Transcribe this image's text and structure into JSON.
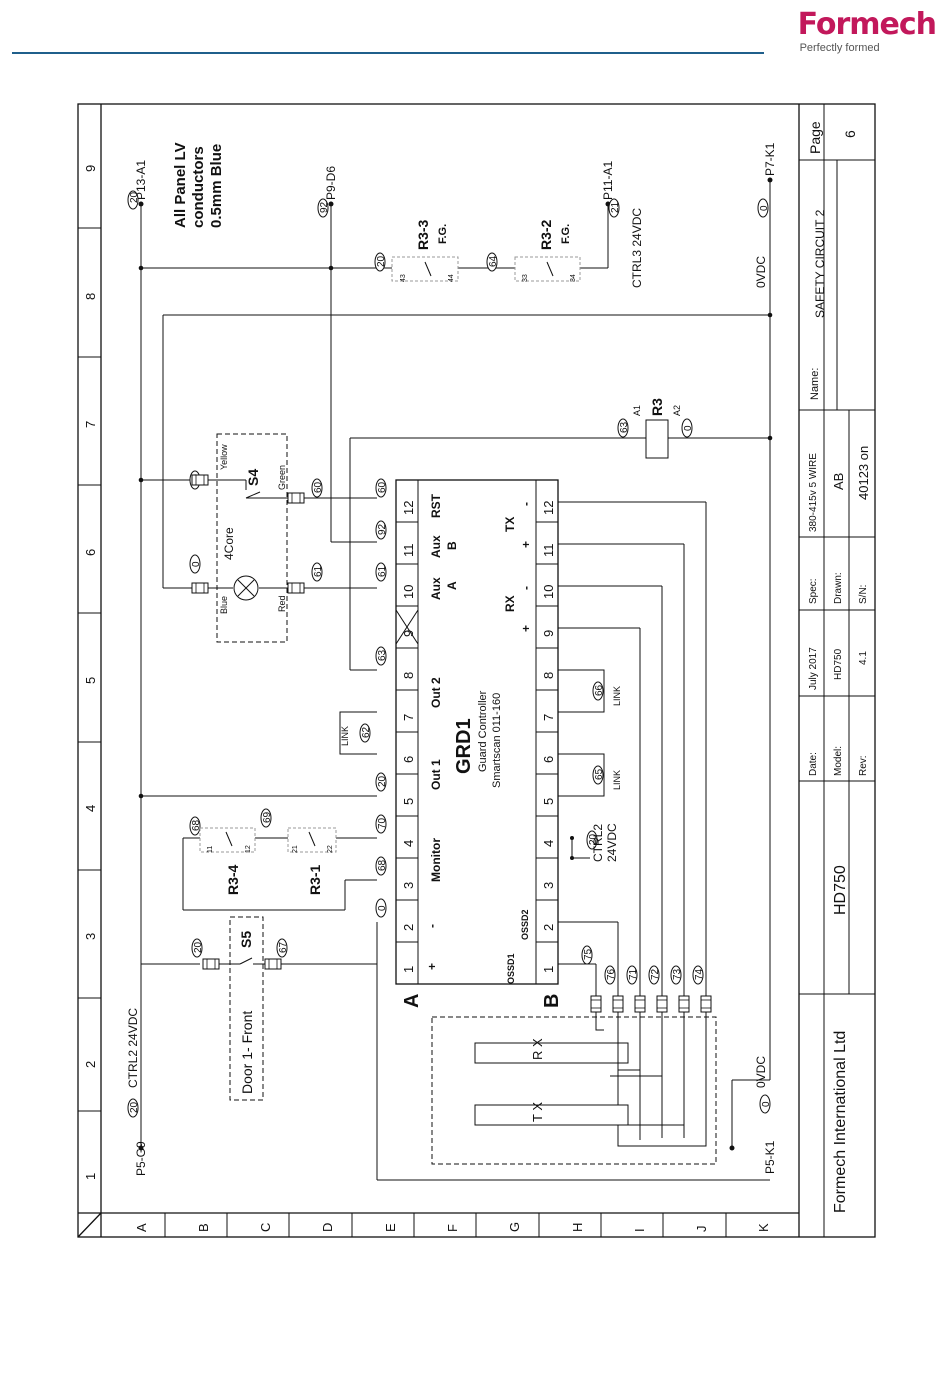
{
  "logo": {
    "name": "Formech",
    "tagline": "Perfectly formed"
  },
  "columns": [
    "1",
    "2",
    "3",
    "4",
    "5",
    "6",
    "7",
    "8",
    "9"
  ],
  "rows": [
    "A",
    "B",
    "C",
    "D",
    "E",
    "F",
    "G",
    "H",
    "I",
    "J",
    "K"
  ],
  "note": [
    "All Panel LV",
    "conductors",
    "0.5mm Blue"
  ],
  "refs": {
    "p5g9": "P5-G9",
    "p13a1": "P13-A1",
    "p9d6": "P9-D6",
    "p11a1": "P11-A1",
    "p7k1": "P7-K1",
    "p5k1": "P5-K1"
  },
  "rails": {
    "ctrl2": "CTRL2 24VDC",
    "ctrl3": "CTRL3 24VDC",
    "ovdc": "0VDC"
  },
  "wires": {
    "w20": "20",
    "w0": "0",
    "w92": "92",
    "w21": "21",
    "w64": "64",
    "w63": "63",
    "w60": "60",
    "w61": "61",
    "w68": "68",
    "w69": "69",
    "w70": "70",
    "w62": "62",
    "w65": "65",
    "w66": "66",
    "w67": "67",
    "w75": "75",
    "w76": "76",
    "w71": "71",
    "w72": "72",
    "w73": "73",
    "w74": "74"
  },
  "relays": {
    "r33": "R3-3",
    "r32": "R3-2",
    "fg": "F.G.",
    "r34": "R3-4",
    "r31": "R3-1",
    "r3": "R3",
    "a1": "A1",
    "a2": "A2",
    "t43": "43",
    "t44": "44",
    "t33": "33",
    "t34": "34",
    "t11": "11",
    "t12": "12",
    "t21": "21",
    "t22": "22"
  },
  "switch_s4": {
    "label": "S4",
    "core": "4Core",
    "blue": "Blue",
    "yellow": "Yellow",
    "red": "Red",
    "green": "Green"
  },
  "switch_s5": {
    "label": "S5",
    "door": "Door 1- Front"
  },
  "grd1": {
    "name": "GRD1",
    "desc1": "Guard Controller",
    "desc2": "Smartscan 011-160",
    "row_a": "A",
    "row_b": "B",
    "a_terms": [
      "1",
      "2",
      "3",
      "4",
      "5",
      "6",
      "7",
      "8",
      "9",
      "10",
      "11",
      "12"
    ],
    "b_terms": [
      "1",
      "2",
      "3",
      "4",
      "5",
      "6",
      "7",
      "8",
      "9",
      "10",
      "11",
      "12"
    ],
    "plus": "+",
    "minus": "-",
    "monitor": "Monitor",
    "out1": "Out 1",
    "out2": "Out 2",
    "aux_a1": "Aux",
    "aux_a2": "A",
    "aux_b1": "Aux",
    "aux_b2": "B",
    "rst": "RST",
    "ossd1": "OSSD1",
    "ossd2": "OSSD2",
    "rx": "RX",
    "tx": "TX",
    "ctrl2_1": "CTRL2",
    "ctrl2_2": "24VDC",
    "link": "LINK"
  },
  "beams": {
    "rx": "R X",
    "tx": "T X"
  },
  "title_block": {
    "company": "Formech International Ltd",
    "model_big": "HD750",
    "date_k": "Date:",
    "date_v": "July 2017",
    "spec_k": "Spec:",
    "spec_v": "380-415v 5 WIRE",
    "name_k": "Name:",
    "name_v": "SAFETY CIRCUIT 2",
    "model_k": "Model:",
    "model_v": "HD750",
    "drawn_k": "Drawn:",
    "drawn_v": "AB",
    "rev_k": "Rev:",
    "rev_v": "4.1",
    "sn_k": "S/N:",
    "sn_v": "40123 on",
    "page_k": "Page",
    "page_v": "6"
  }
}
